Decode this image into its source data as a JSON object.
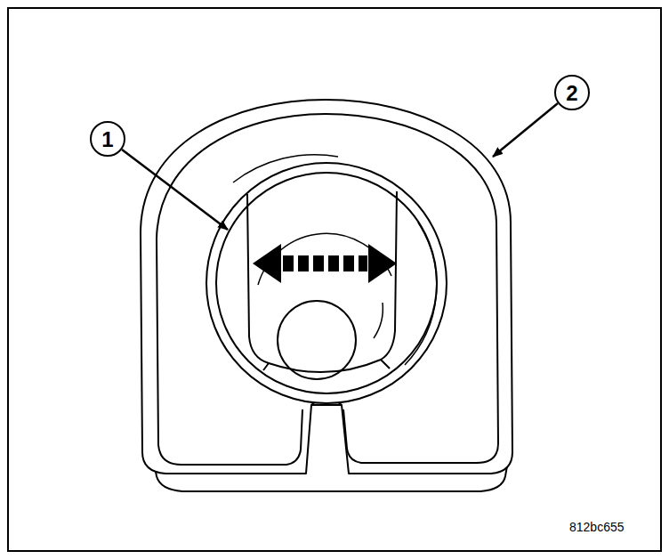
{
  "diagram": {
    "labels": [
      "1",
      "2",
      "812bc655"
    ]
  }
}
